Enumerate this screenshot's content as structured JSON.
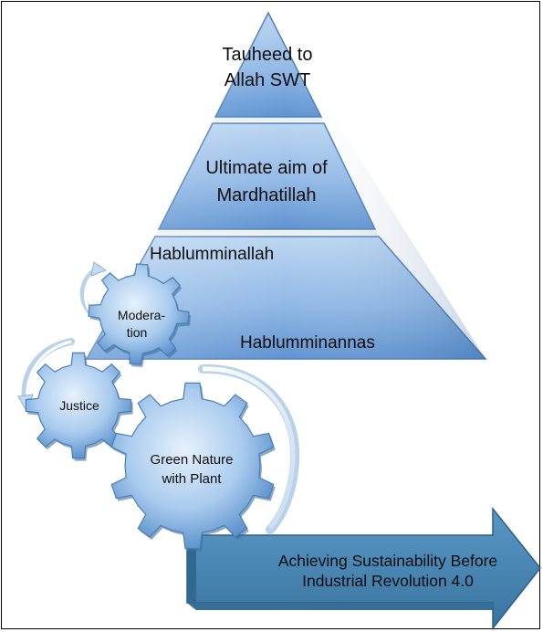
{
  "pyramid": {
    "top_line1": "Tauheed to",
    "top_line2": "Allah SWT",
    "middle_line1": "Ultimate aim of",
    "middle_line2": "Mardhatillah",
    "base_left": "Hablumminallah",
    "base_right": "Hablumminannas"
  },
  "gears": {
    "moderation_line1": "Modera-",
    "moderation_line2": "tion",
    "justice": "Justice",
    "green_line1": "Green Nature",
    "green_line2": "with Plant"
  },
  "arrow": {
    "line1": "Achieving Sustainability Before",
    "line2": "Industrial Revolution 4.0"
  },
  "colors": {
    "pyramid_light": "#a9c8ec",
    "pyramid_dark": "#5b8fcf",
    "gear_light": "#cfe3f6",
    "gear_dark": "#5e95cf",
    "arrow_main": "#4a86b3",
    "arrow_dark": "#2f6890"
  }
}
